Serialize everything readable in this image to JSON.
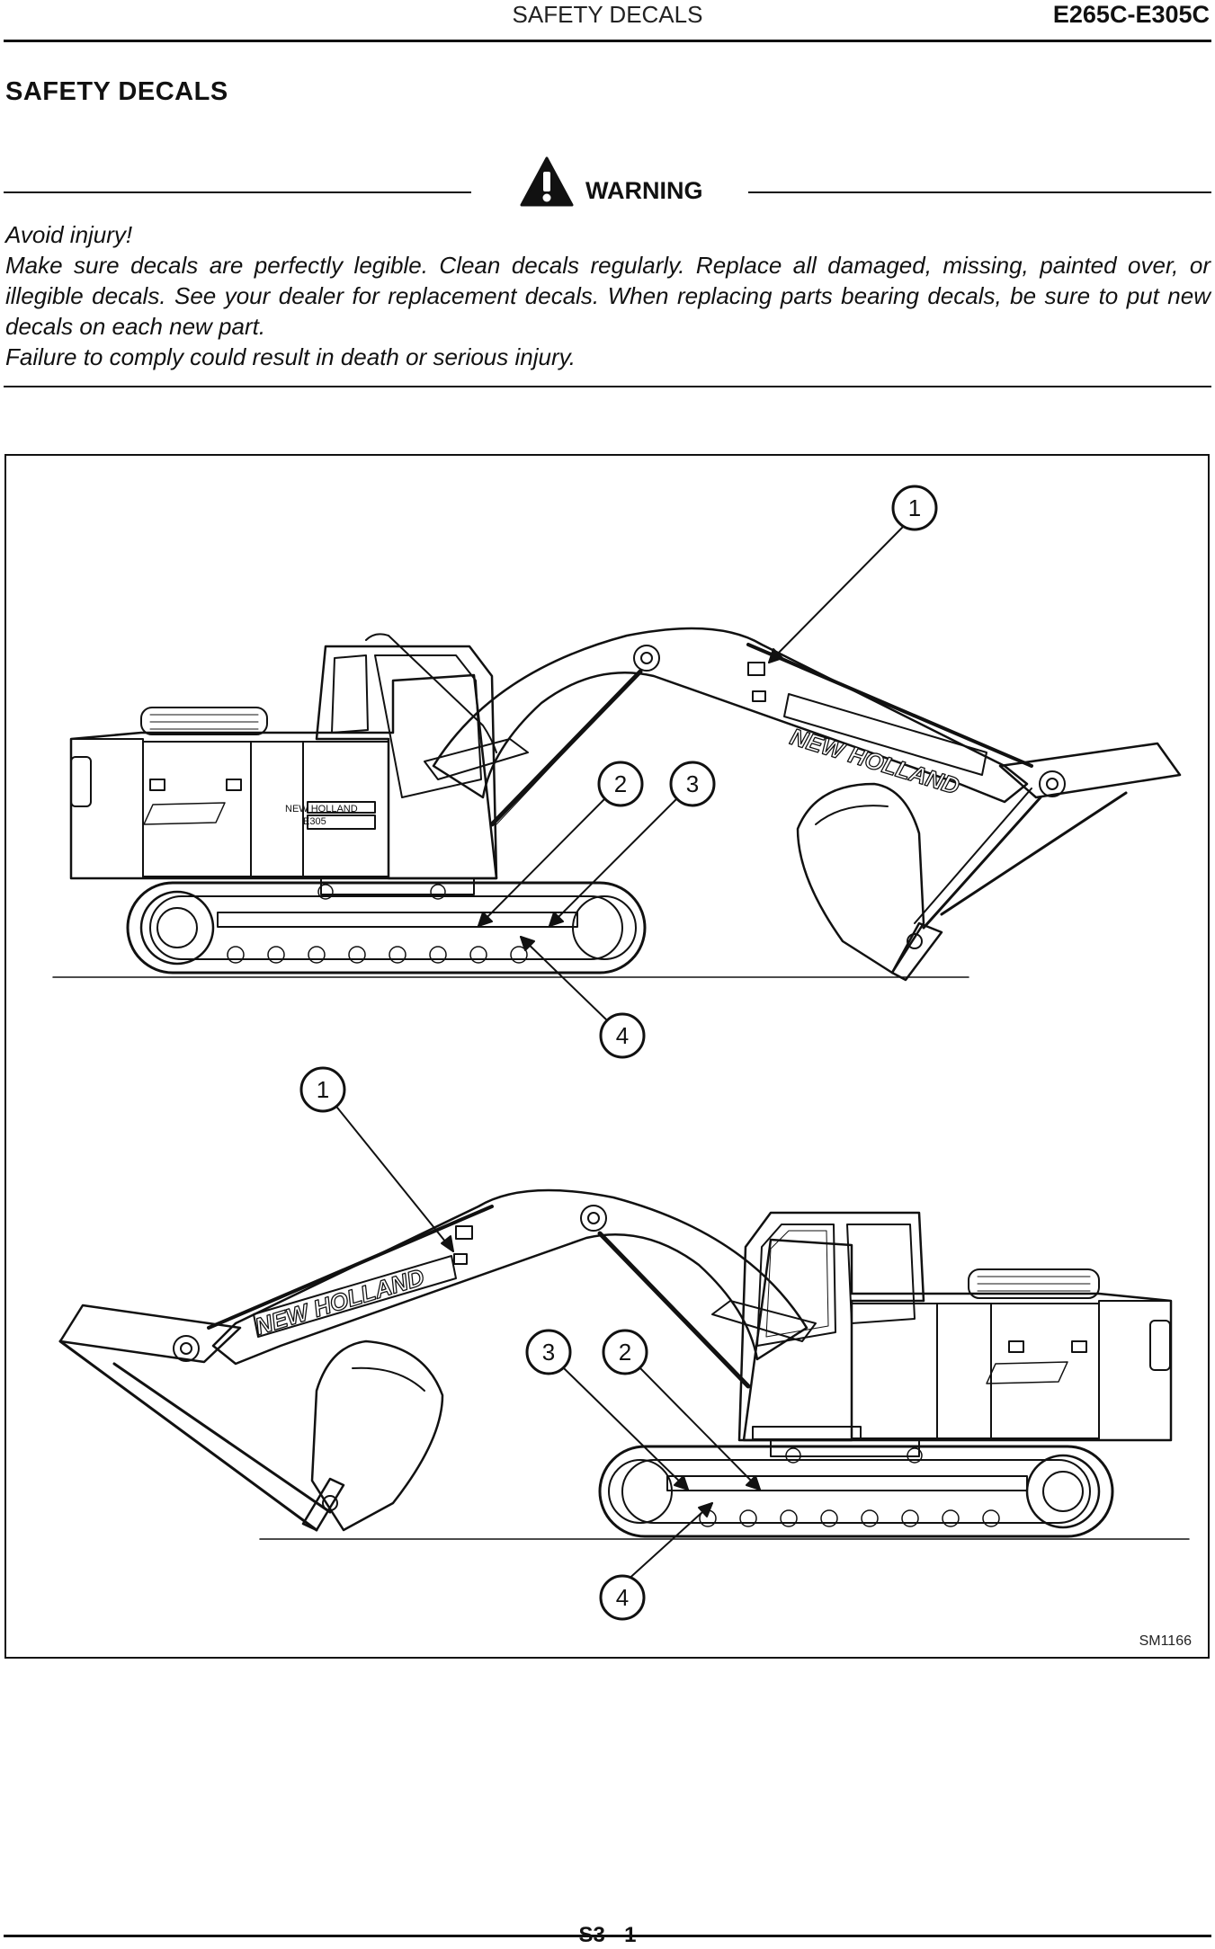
{
  "header": {
    "section": "SAFETY DECALS",
    "models": "E265C-E305C"
  },
  "title": "SAFETY DECALS",
  "warning": {
    "label": "WARNING",
    "icon": "warning-triangle-icon",
    "line1": "Avoid injury!",
    "line2": "Make sure decals are perfectly legible. Clean decals regularly. Replace all damaged, missing, painted over, or illegible decals. See your dealer for replacement decals. When replacing parts bearing decals, be sure to put new decals on each new part.",
    "line3": "Failure to comply could result in death or serious injury."
  },
  "figure": {
    "callouts_top": [
      "1",
      "2",
      "3",
      "4"
    ],
    "callouts_bottom": [
      "1",
      "3",
      "2",
      "4"
    ],
    "brand_text": "NEW HOLLAND",
    "model_badge": "E305",
    "figure_id": "SM1166"
  },
  "footer": {
    "page": "S3 - 1"
  }
}
